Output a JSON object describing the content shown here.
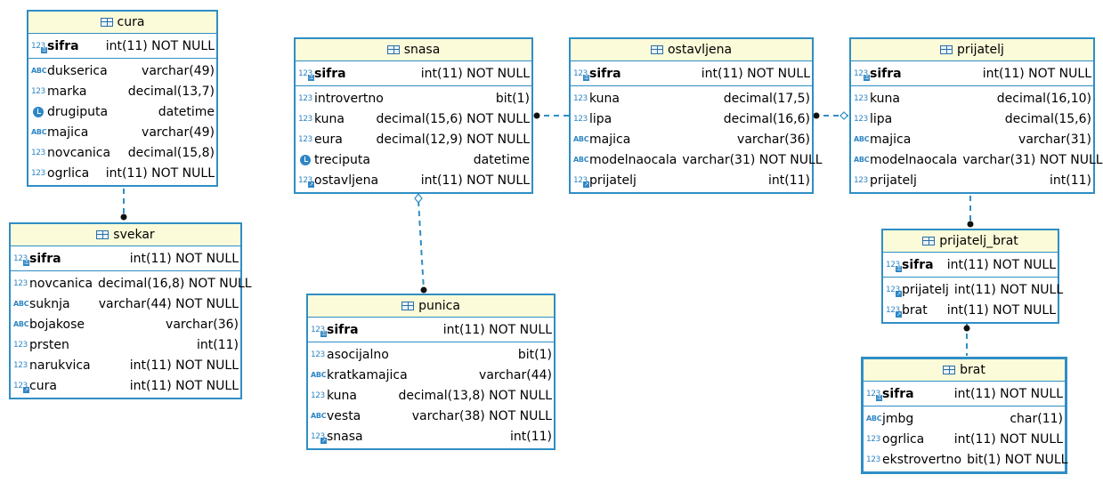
{
  "tables": [
    {
      "id": "cura",
      "title": "cura",
      "pk": {
        "name": "sifra",
        "type": "int(11) NOT NULL"
      },
      "columns": [
        {
          "icon": "abc",
          "name": "dukserica",
          "type": "varchar(49)"
        },
        {
          "icon": "num",
          "name": "marka",
          "type": "decimal(13,7)"
        },
        {
          "icon": "clock",
          "name": "drugiputa",
          "type": "datetime"
        },
        {
          "icon": "abc",
          "name": "majica",
          "type": "varchar(49)"
        },
        {
          "icon": "num",
          "name": "novcanica",
          "type": "decimal(15,8)"
        },
        {
          "icon": "num",
          "name": "ogrlica",
          "type": "int(11) NOT NULL"
        }
      ]
    },
    {
      "id": "svekar",
      "title": "svekar",
      "pk": {
        "name": "sifra",
        "type": "int(11) NOT NULL"
      },
      "columns": [
        {
          "icon": "num",
          "name": "novcanica",
          "type": "decimal(16,8) NOT NULL"
        },
        {
          "icon": "abc",
          "name": "suknja",
          "type": "varchar(44) NOT NULL"
        },
        {
          "icon": "abc",
          "name": "bojakose",
          "type": "varchar(36)"
        },
        {
          "icon": "num",
          "name": "prsten",
          "type": "int(11)"
        },
        {
          "icon": "num",
          "name": "narukvica",
          "type": "int(11) NOT NULL"
        },
        {
          "icon": "fk",
          "name": "cura",
          "type": "int(11) NOT NULL"
        }
      ]
    },
    {
      "id": "snasa",
      "title": "snasa",
      "pk": {
        "name": "sifra",
        "type": "int(11) NOT NULL"
      },
      "columns": [
        {
          "icon": "num",
          "name": "introvertno",
          "type": "bit(1)"
        },
        {
          "icon": "num",
          "name": "kuna",
          "type": "decimal(15,6) NOT NULL"
        },
        {
          "icon": "num",
          "name": "eura",
          "type": "decimal(12,9) NOT NULL"
        },
        {
          "icon": "clock",
          "name": "treciputa",
          "type": "datetime"
        },
        {
          "icon": "fk",
          "name": "ostavljena",
          "type": "int(11) NOT NULL"
        }
      ]
    },
    {
      "id": "ostavljena",
      "title": "ostavljena",
      "pk": {
        "name": "sifra",
        "type": "int(11) NOT NULL"
      },
      "columns": [
        {
          "icon": "num",
          "name": "kuna",
          "type": "decimal(17,5)"
        },
        {
          "icon": "num",
          "name": "lipa",
          "type": "decimal(16,6)"
        },
        {
          "icon": "abc",
          "name": "majica",
          "type": "varchar(36)"
        },
        {
          "icon": "abc",
          "name": "modelnaocala",
          "type": "varchar(31) NOT NULL"
        },
        {
          "icon": "fk",
          "name": "prijatelj",
          "type": "int(11)"
        }
      ]
    },
    {
      "id": "prijatelj",
      "title": "prijatelj",
      "pk": {
        "name": "sifra",
        "type": "int(11) NOT NULL"
      },
      "columns": [
        {
          "icon": "num",
          "name": "kuna",
          "type": "decimal(16,10)"
        },
        {
          "icon": "num",
          "name": "lipa",
          "type": "decimal(15,6)"
        },
        {
          "icon": "abc",
          "name": "majica",
          "type": "varchar(31)"
        },
        {
          "icon": "abc",
          "name": "modelnaocala",
          "type": "varchar(31) NOT NULL"
        },
        {
          "icon": "num",
          "name": "prijatelj",
          "type": "int(11)"
        }
      ]
    },
    {
      "id": "punica",
      "title": "punica",
      "pk": {
        "name": "sifra",
        "type": "int(11) NOT NULL"
      },
      "columns": [
        {
          "icon": "num",
          "name": "asocijalno",
          "type": "bit(1)"
        },
        {
          "icon": "abc",
          "name": "kratkamajica",
          "type": "varchar(44)"
        },
        {
          "icon": "num",
          "name": "kuna",
          "type": "decimal(13,8) NOT NULL"
        },
        {
          "icon": "abc",
          "name": "vesta",
          "type": "varchar(38) NOT NULL"
        },
        {
          "icon": "fk",
          "name": "snasa",
          "type": "int(11)"
        }
      ]
    },
    {
      "id": "prijatelj_brat",
      "title": "prijatelj_brat",
      "pk": {
        "name": "sifra",
        "type": "int(11) NOT NULL"
      },
      "columns": [
        {
          "icon": "fk",
          "name": "prijatelj",
          "type": "int(11) NOT NULL"
        },
        {
          "icon": "fk",
          "name": "brat",
          "type": "int(11) NOT NULL"
        }
      ]
    },
    {
      "id": "brat",
      "title": "brat",
      "pk": {
        "name": "sifra",
        "type": "int(11) NOT NULL"
      },
      "columns": [
        {
          "icon": "abc",
          "name": "jmbg",
          "type": "char(11)"
        },
        {
          "icon": "num",
          "name": "ogrlica",
          "type": "int(11) NOT NULL"
        },
        {
          "icon": "num",
          "name": "ekstrovertno",
          "type": "bit(1) NOT NULL"
        }
      ]
    }
  ],
  "icon_text": {
    "num": "123",
    "abc": "ABC"
  },
  "colors": {
    "border": "#2f8ec4",
    "header": "#fcfbd9",
    "icon": "#2f86c4",
    "link": "#2f8ec4"
  }
}
